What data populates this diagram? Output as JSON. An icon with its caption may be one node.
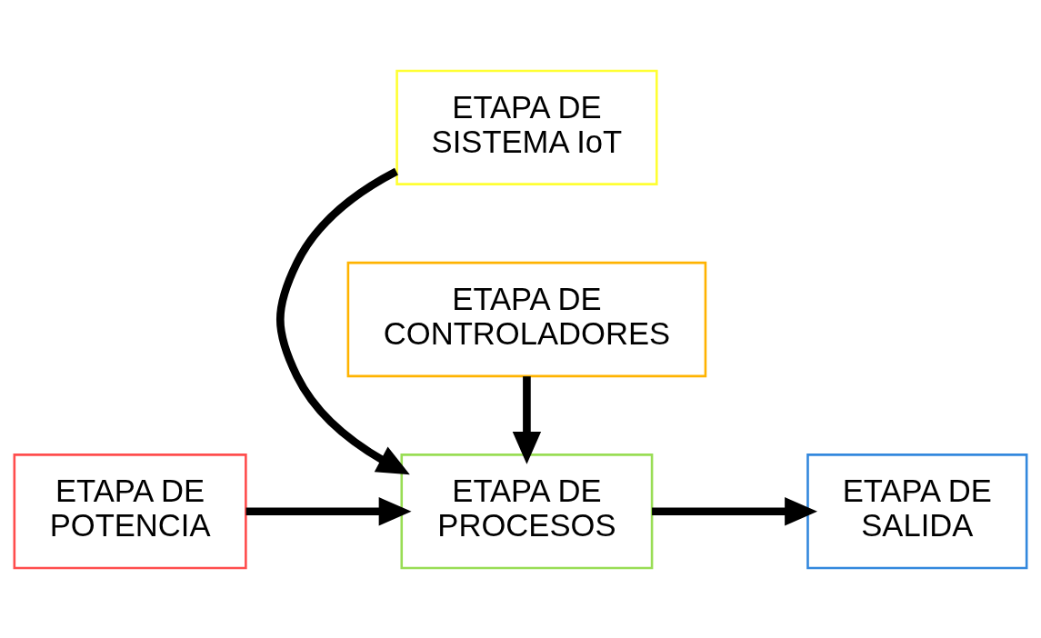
{
  "diagram": {
    "nodes": [
      {
        "text": [
          "ETAPA DE SISTEMA IoT"
        ]
      },
      {
        "text": [
          "ETAPA DE POTENCIA"
        ]
      },
      {
        "text": [
          "ETAPA DE PROCESOS"
        ]
      },
      {
        "text": [
          "ETAPA DE SALIDA"
        ]
      },
      {
        "text": [
          "ETAPA DE CONTROLADORES"
        ]
      }
    ],
    "edges": [
      {
        "from": 0,
        "to": 2,
        "arrow": "to"
      },
      {
        "from": 1,
        "to": 2,
        "arrow": "to"
      },
      {
        "from": 2,
        "to": 3,
        "arrow": "to"
      },
      {
        "from": 4,
        "to": 2,
        "arrow": "to"
      }
    ]
  }
}
